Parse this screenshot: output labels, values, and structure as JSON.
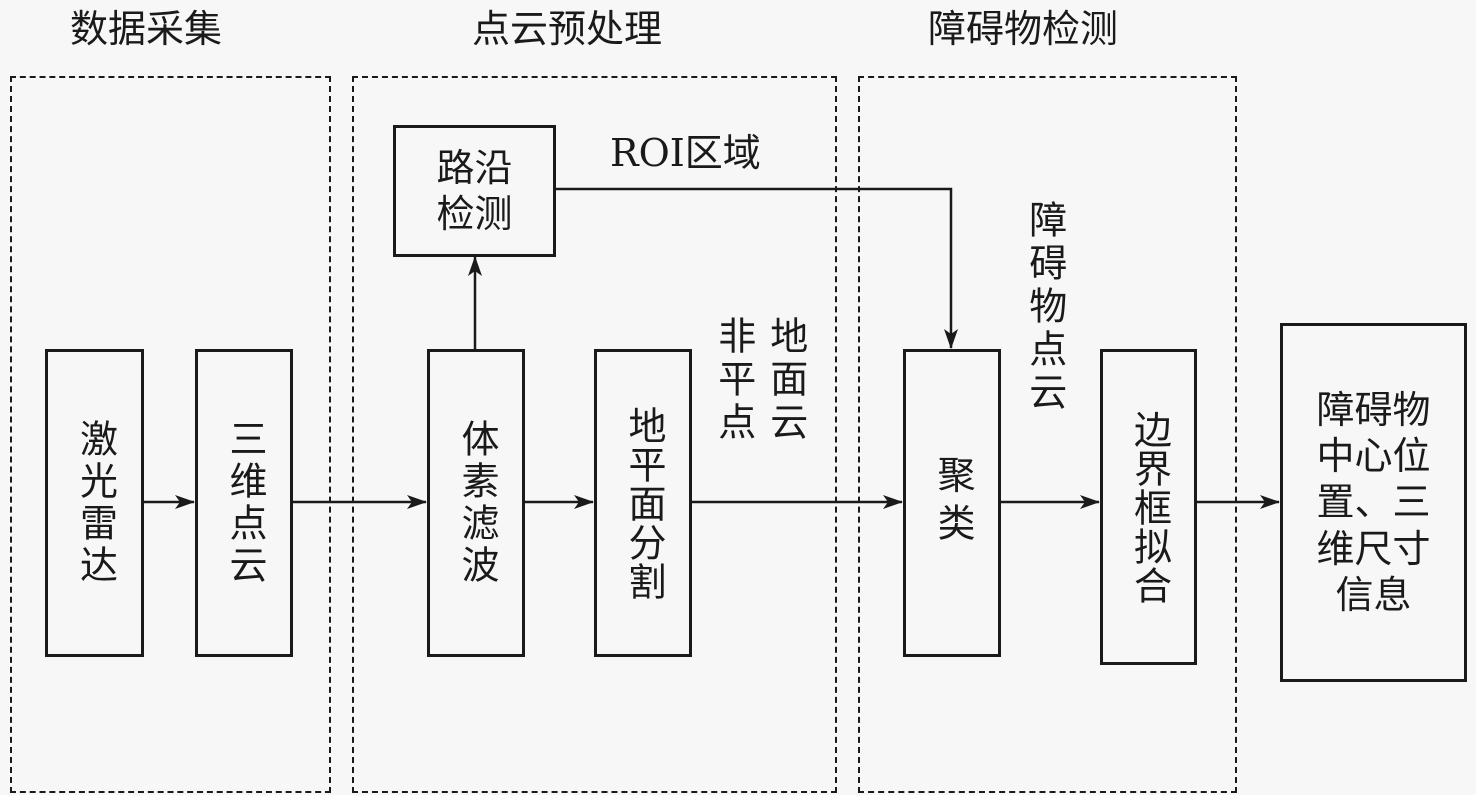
{
  "regions": [
    {
      "id": "data-acquisition",
      "title": "数据采集"
    },
    {
      "id": "point-cloud-preprocessing",
      "title": "点云预处理"
    },
    {
      "id": "obstacle-detection",
      "title": "障碍物检测"
    }
  ],
  "nodes": {
    "lidar": "激光雷达",
    "point_cloud_3d": "三维点云",
    "voxel_filter": "体素滤波",
    "ground_segmentation": "地平面分割",
    "curb_detection": "路沿检测",
    "clustering": "聚类",
    "bbox_fitting": "边界框拟合",
    "output_lines": [
      "障碍物",
      "中心位",
      "置、三",
      "维尺寸",
      "信息"
    ]
  },
  "edge_labels": {
    "roi": "ROI区域",
    "non_ground_col1": "非平点",
    "non_ground_col2": "地面云",
    "obstacle_points": "障碍物点云"
  },
  "edges": [
    {
      "from": "lidar",
      "to": "point_cloud_3d"
    },
    {
      "from": "point_cloud_3d",
      "to": "voxel_filter"
    },
    {
      "from": "voxel_filter",
      "to": "ground_segmentation"
    },
    {
      "from": "voxel_filter",
      "to": "curb_detection"
    },
    {
      "from": "curb_detection",
      "to": "clustering",
      "label": "ROI区域"
    },
    {
      "from": "ground_segmentation",
      "to": "clustering",
      "label": "非地面点云"
    },
    {
      "from": "clustering",
      "to": "bbox_fitting",
      "label": "障碍物点云"
    },
    {
      "from": "bbox_fitting",
      "to": "output"
    }
  ]
}
